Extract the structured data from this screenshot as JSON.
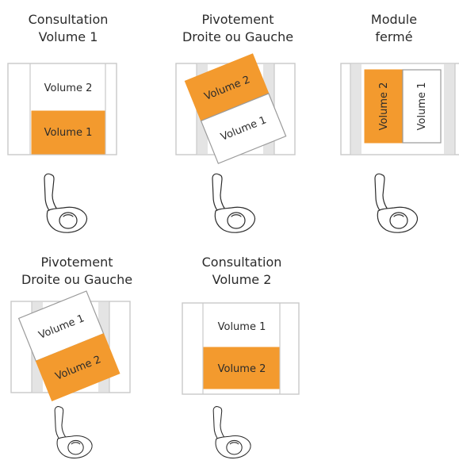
{
  "panels": [
    {
      "id": "p1",
      "title_line1": "Consultation",
      "title_line2": "Volume 1",
      "top_label": "Volume 2",
      "bottom_label": "Volume 1"
    },
    {
      "id": "p2",
      "title_line1": "Pivotement",
      "title_line2": "Droite ou Gauche",
      "top_label": "Volume 2",
      "bottom_label": "Volume 1"
    },
    {
      "id": "p3",
      "title_line1": "Module",
      "title_line2": "fermé",
      "left_label": "Volume 2",
      "right_label": "Volume 1"
    },
    {
      "id": "p4",
      "title_line1": "Pivotement",
      "title_line2": "Droite ou Gauche",
      "top_label": "Volume 1",
      "bottom_label": "Volume 2"
    },
    {
      "id": "p5",
      "title_line1": "Consultation",
      "title_line2": "Volume 2",
      "top_label": "Volume 1",
      "bottom_label": "Volume 2"
    }
  ],
  "colors": {
    "accent": "#f39a2e",
    "rail": "#e4e4e4",
    "frame": "#c9c9c9",
    "text": "#2b2b2b"
  },
  "icons": {
    "person": "person-top-view-icon"
  }
}
